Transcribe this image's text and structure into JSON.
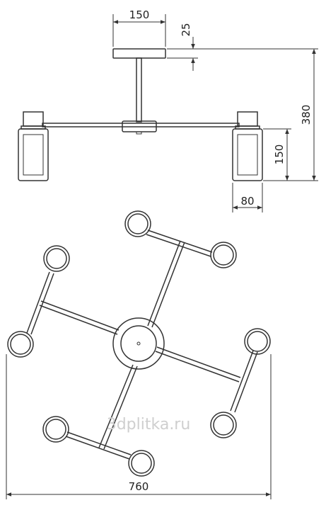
{
  "dimensions": {
    "canopy_width": "150",
    "canopy_height": "25",
    "total_height": "380",
    "shade_height": "150",
    "shade_width": "80",
    "overall_width": "760"
  },
  "watermark": "3dplitka.ru",
  "colors": {
    "line": "#333333",
    "background": "#ffffff"
  }
}
